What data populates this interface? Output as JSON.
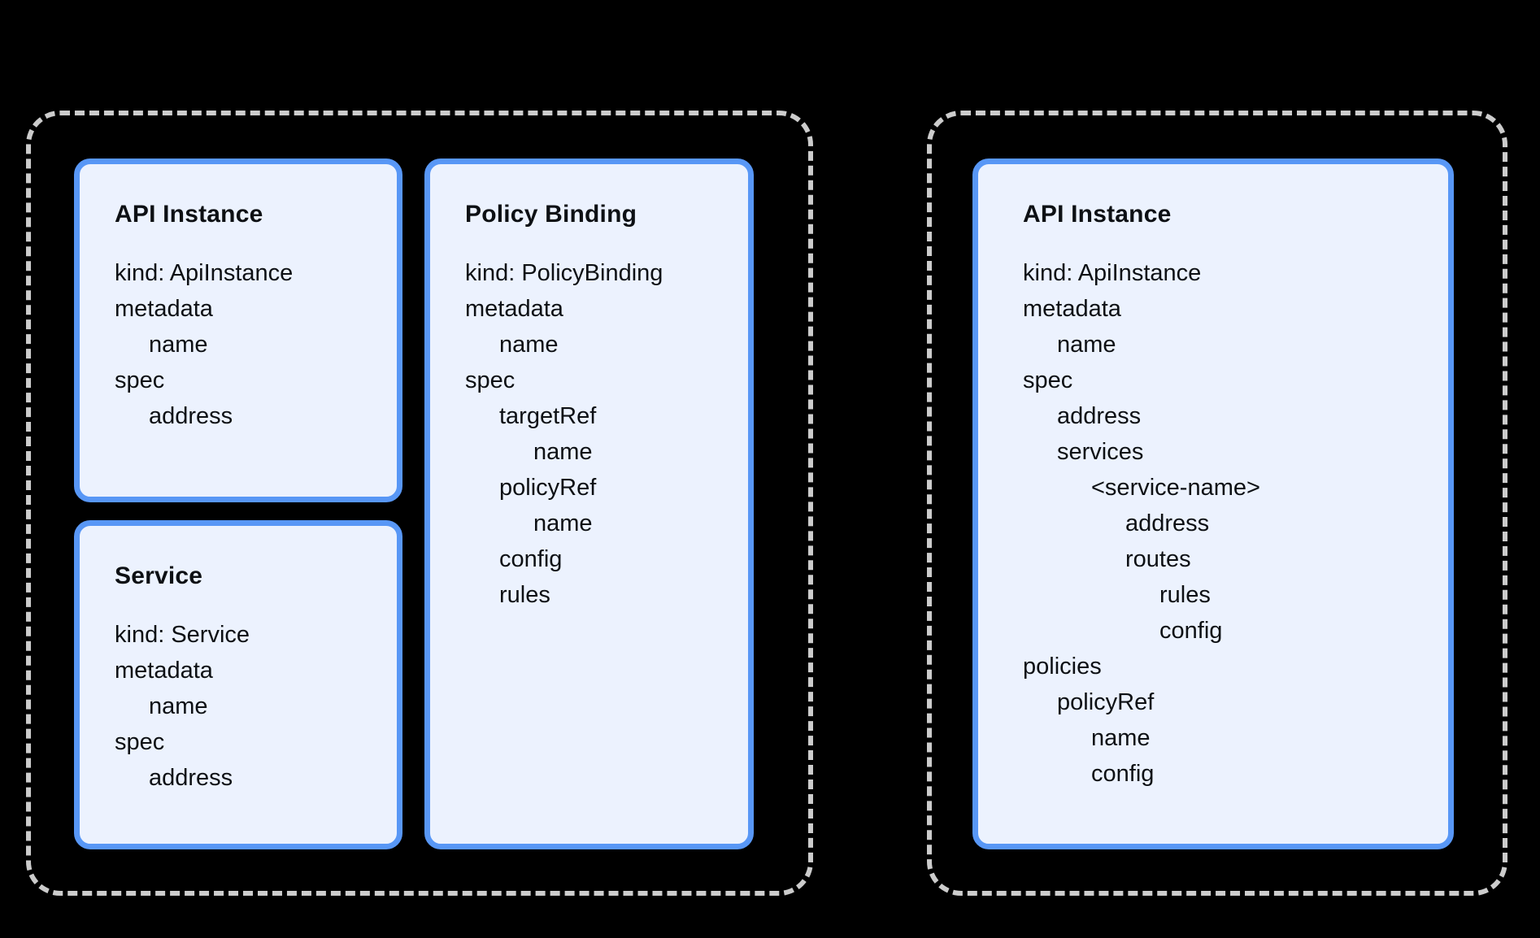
{
  "colors": {
    "background": "#000000",
    "group_dash": "#cccccc",
    "card_border": "#5897f6",
    "card_fill": "#ecf2fe",
    "text": "#0d1014"
  },
  "groups": [
    {
      "id": "left",
      "cards": [
        {
          "title": "API Instance",
          "lines": [
            {
              "text": "kind: ApiInstance",
              "level": 0
            },
            {
              "text": "metadata",
              "level": 0
            },
            {
              "text": "name",
              "level": 1
            },
            {
              "text": "spec",
              "level": 0
            },
            {
              "text": "address",
              "level": 1
            }
          ]
        },
        {
          "title": "Service",
          "lines": [
            {
              "text": "kind: Service",
              "level": 0
            },
            {
              "text": "metadata",
              "level": 0
            },
            {
              "text": "name",
              "level": 1
            },
            {
              "text": "spec",
              "level": 0
            },
            {
              "text": "address",
              "level": 1
            }
          ]
        },
        {
          "title": "Policy Binding",
          "lines": [
            {
              "text": "kind: PolicyBinding",
              "level": 0
            },
            {
              "text": "metadata",
              "level": 0
            },
            {
              "text": "name",
              "level": 1
            },
            {
              "text": "spec",
              "level": 0
            },
            {
              "text": "targetRef",
              "level": 1
            },
            {
              "text": "name",
              "level": 2
            },
            {
              "text": "policyRef",
              "level": 1
            },
            {
              "text": "name",
              "level": 2
            },
            {
              "text": "config",
              "level": 1
            },
            {
              "text": "rules",
              "level": 1
            }
          ]
        }
      ]
    },
    {
      "id": "right",
      "cards": [
        {
          "title": "API Instance",
          "lines": [
            {
              "text": "kind: ApiInstance",
              "level": 0
            },
            {
              "text": "metadata",
              "level": 0
            },
            {
              "text": "name",
              "level": 1
            },
            {
              "text": "spec",
              "level": 0
            },
            {
              "text": "address",
              "level": 1
            },
            {
              "text": "services",
              "level": 1
            },
            {
              "text": "<service-name>",
              "level": 2
            },
            {
              "text": "address",
              "level": 3
            },
            {
              "text": "routes",
              "level": 3
            },
            {
              "text": "rules",
              "level": 4
            },
            {
              "text": "config",
              "level": 4
            },
            {
              "text": "policies",
              "level": 0
            },
            {
              "text": "policyRef",
              "level": 1
            },
            {
              "text": "name",
              "level": 2
            },
            {
              "text": "config",
              "level": 2
            }
          ]
        }
      ]
    }
  ]
}
